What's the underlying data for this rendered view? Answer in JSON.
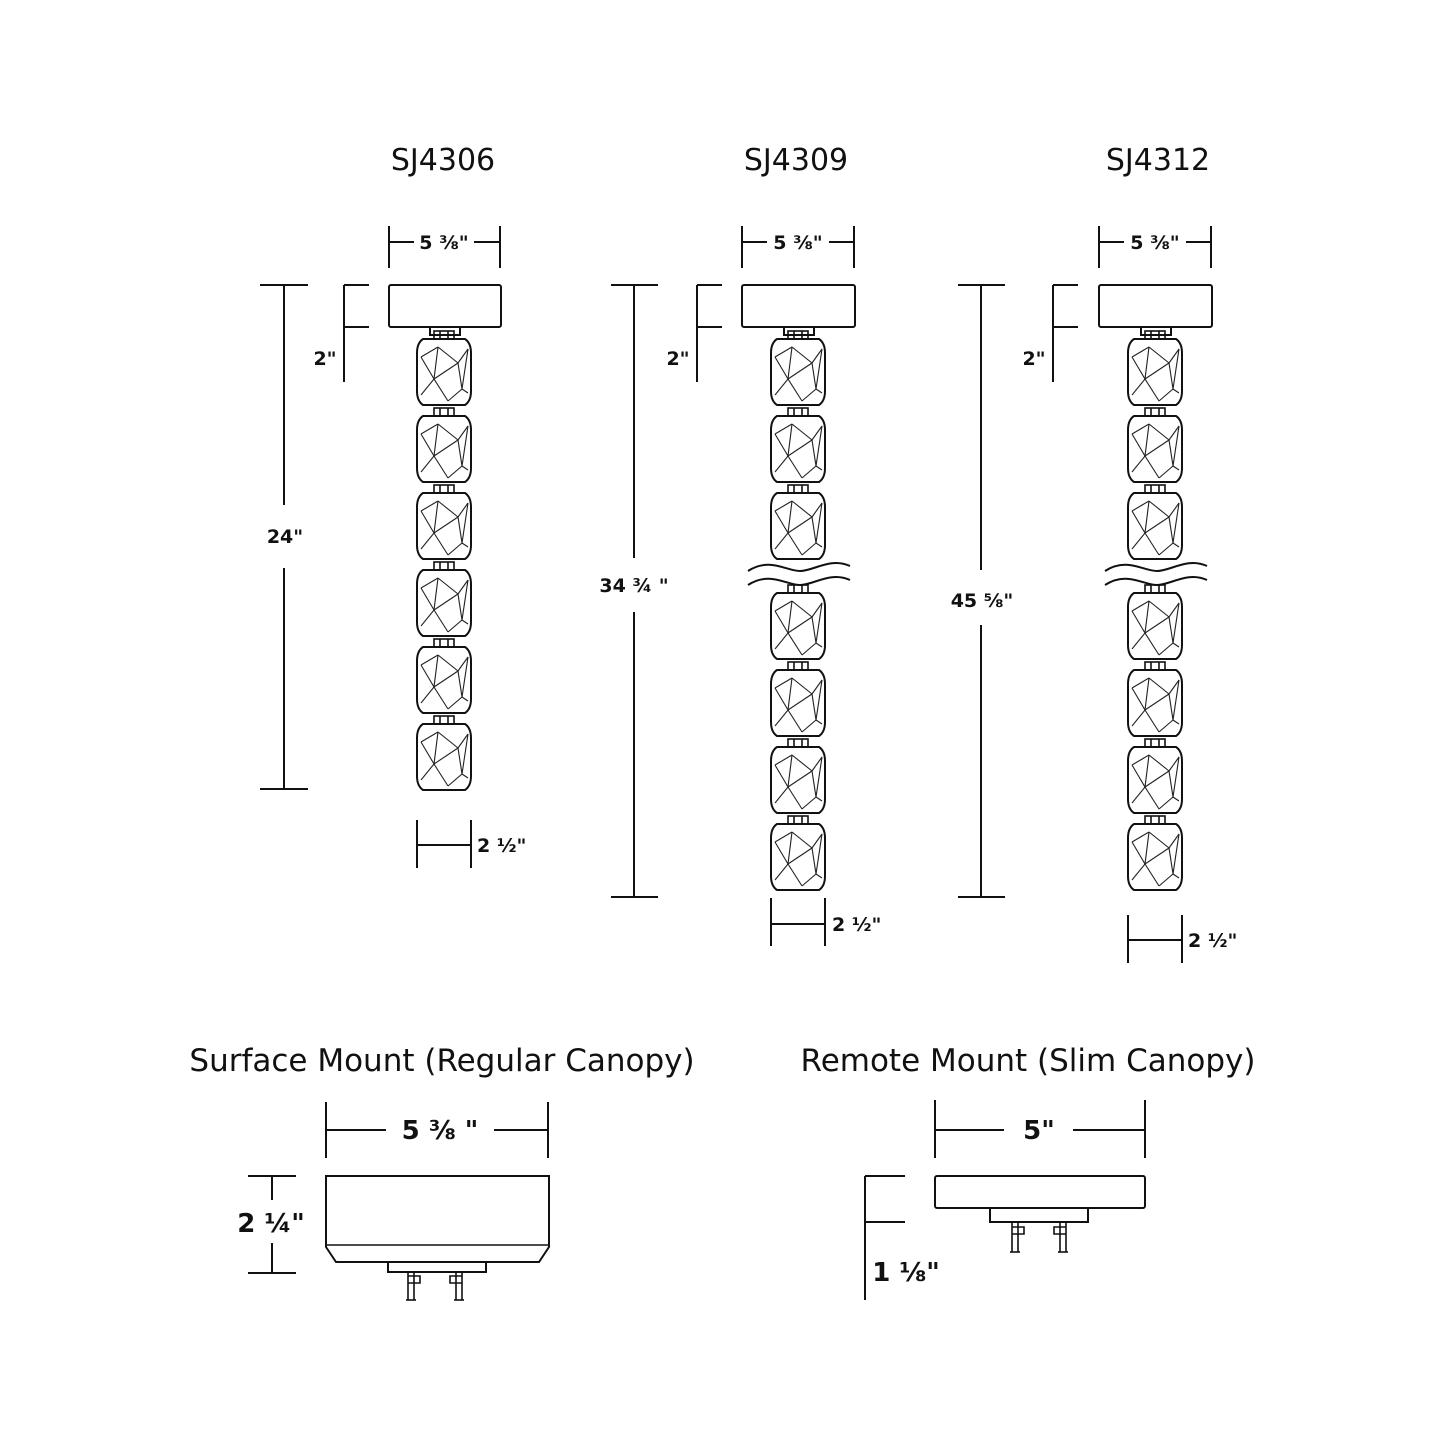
{
  "fixtures": [
    {
      "model": "SJ4306",
      "canopy_width": "5 ⅜\"",
      "canopy_height": "2\"",
      "overall_length": "24\"",
      "crystal_width": "2 ½\"",
      "upper_crystals": 6,
      "lower_crystals": 0,
      "break": false
    },
    {
      "model": "SJ4309",
      "canopy_width": "5 ⅜\"",
      "canopy_height": "2\"",
      "overall_length": "34 ¾ \"",
      "crystal_width": "2 ½\"",
      "upper_crystals": 3,
      "lower_crystals": 4,
      "break": true
    },
    {
      "model": "SJ4312",
      "canopy_width": "5 ⅜\"",
      "canopy_height": "2\"",
      "overall_length": "45 ⅝\"",
      "crystal_width": "2 ½\"",
      "upper_crystals": 3,
      "lower_crystals": 4,
      "break": true
    }
  ],
  "mounts": {
    "surface": {
      "title": "Surface Mount (Regular Canopy)",
      "width": "5 ⅜ \"",
      "height": "2 ¼\""
    },
    "remote": {
      "title": "Remote Mount (Slim Canopy)",
      "width": "5\"",
      "height": "1 ⅛\""
    }
  },
  "colors": {
    "line": "#111111",
    "background": "#ffffff"
  }
}
